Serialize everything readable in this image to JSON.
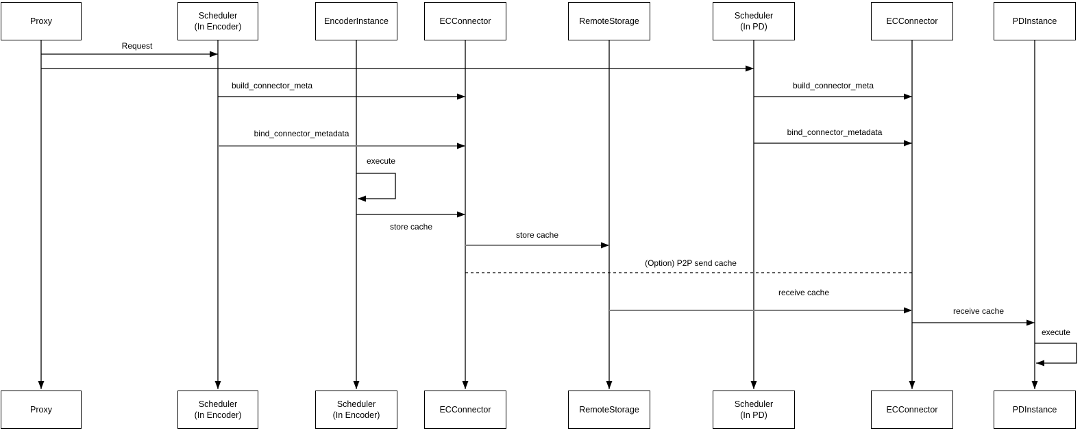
{
  "diagram": {
    "type": "uml-sequence-diagram",
    "colors": {
      "line": "#000000",
      "gray_line": "#808080",
      "background": "#ffffff",
      "text": "#000000"
    },
    "actors": [
      {
        "top_label": "Proxy",
        "bottom_label": "Proxy"
      },
      {
        "top_label": "Scheduler\n(In Encoder)",
        "bottom_label": "Scheduler\n(In Encoder)"
      },
      {
        "top_label": "EncoderInstance",
        "bottom_label": "Scheduler\n(In Encoder)"
      },
      {
        "top_label": "ECConnector",
        "bottom_label": "ECConnector"
      },
      {
        "top_label": "RemoteStorage",
        "bottom_label": "RemoteStorage"
      },
      {
        "top_label": "Scheduler\n(In PD)",
        "bottom_label": "Scheduler\n(In PD)"
      },
      {
        "top_label": "ECConnector",
        "bottom_label": "ECConnector"
      },
      {
        "top_label": "PDInstance",
        "bottom_label": "PDInstance"
      }
    ],
    "messages": [
      {
        "label": "Request",
        "from": "Proxy",
        "to": "Scheduler (In Encoder)",
        "style": "solid"
      },
      {
        "label": "",
        "from": "Proxy",
        "to": "Scheduler (In PD)",
        "style": "solid"
      },
      {
        "label": "build_connector_meta",
        "from": "Scheduler (In Encoder)",
        "to": "ECConnector",
        "style": "solid"
      },
      {
        "label": "bind_connector_metadata",
        "from": "Scheduler (In Encoder)",
        "to": "ECConnector",
        "style": "solid"
      },
      {
        "label": "execute",
        "from": "EncoderInstance",
        "to": "EncoderInstance",
        "style": "self"
      },
      {
        "label": "store cache",
        "from": "EncoderInstance",
        "to": "ECConnector",
        "style": "solid"
      },
      {
        "label": "store cache",
        "from": "ECConnector",
        "to": "RemoteStorage",
        "style": "solid"
      },
      {
        "label": "(Option) P2P send cache",
        "from": "ECConnector",
        "to": "ECConnector (PD)",
        "style": "dashed"
      },
      {
        "label": "build_connector_meta",
        "from": "Scheduler (In PD)",
        "to": "ECConnector (PD)",
        "style": "solid"
      },
      {
        "label": "bind_connector_metadata",
        "from": "Scheduler (In PD)",
        "to": "ECConnector (PD)",
        "style": "solid"
      },
      {
        "label": "receive cache",
        "from": "RemoteStorage",
        "to": "ECConnector (PD)",
        "style": "solid"
      },
      {
        "label": "receive cache",
        "from": "ECConnector (PD)",
        "to": "PDInstance",
        "style": "solid"
      },
      {
        "label": "execute",
        "from": "PDInstance",
        "to": "PDInstance",
        "style": "self"
      }
    ]
  }
}
